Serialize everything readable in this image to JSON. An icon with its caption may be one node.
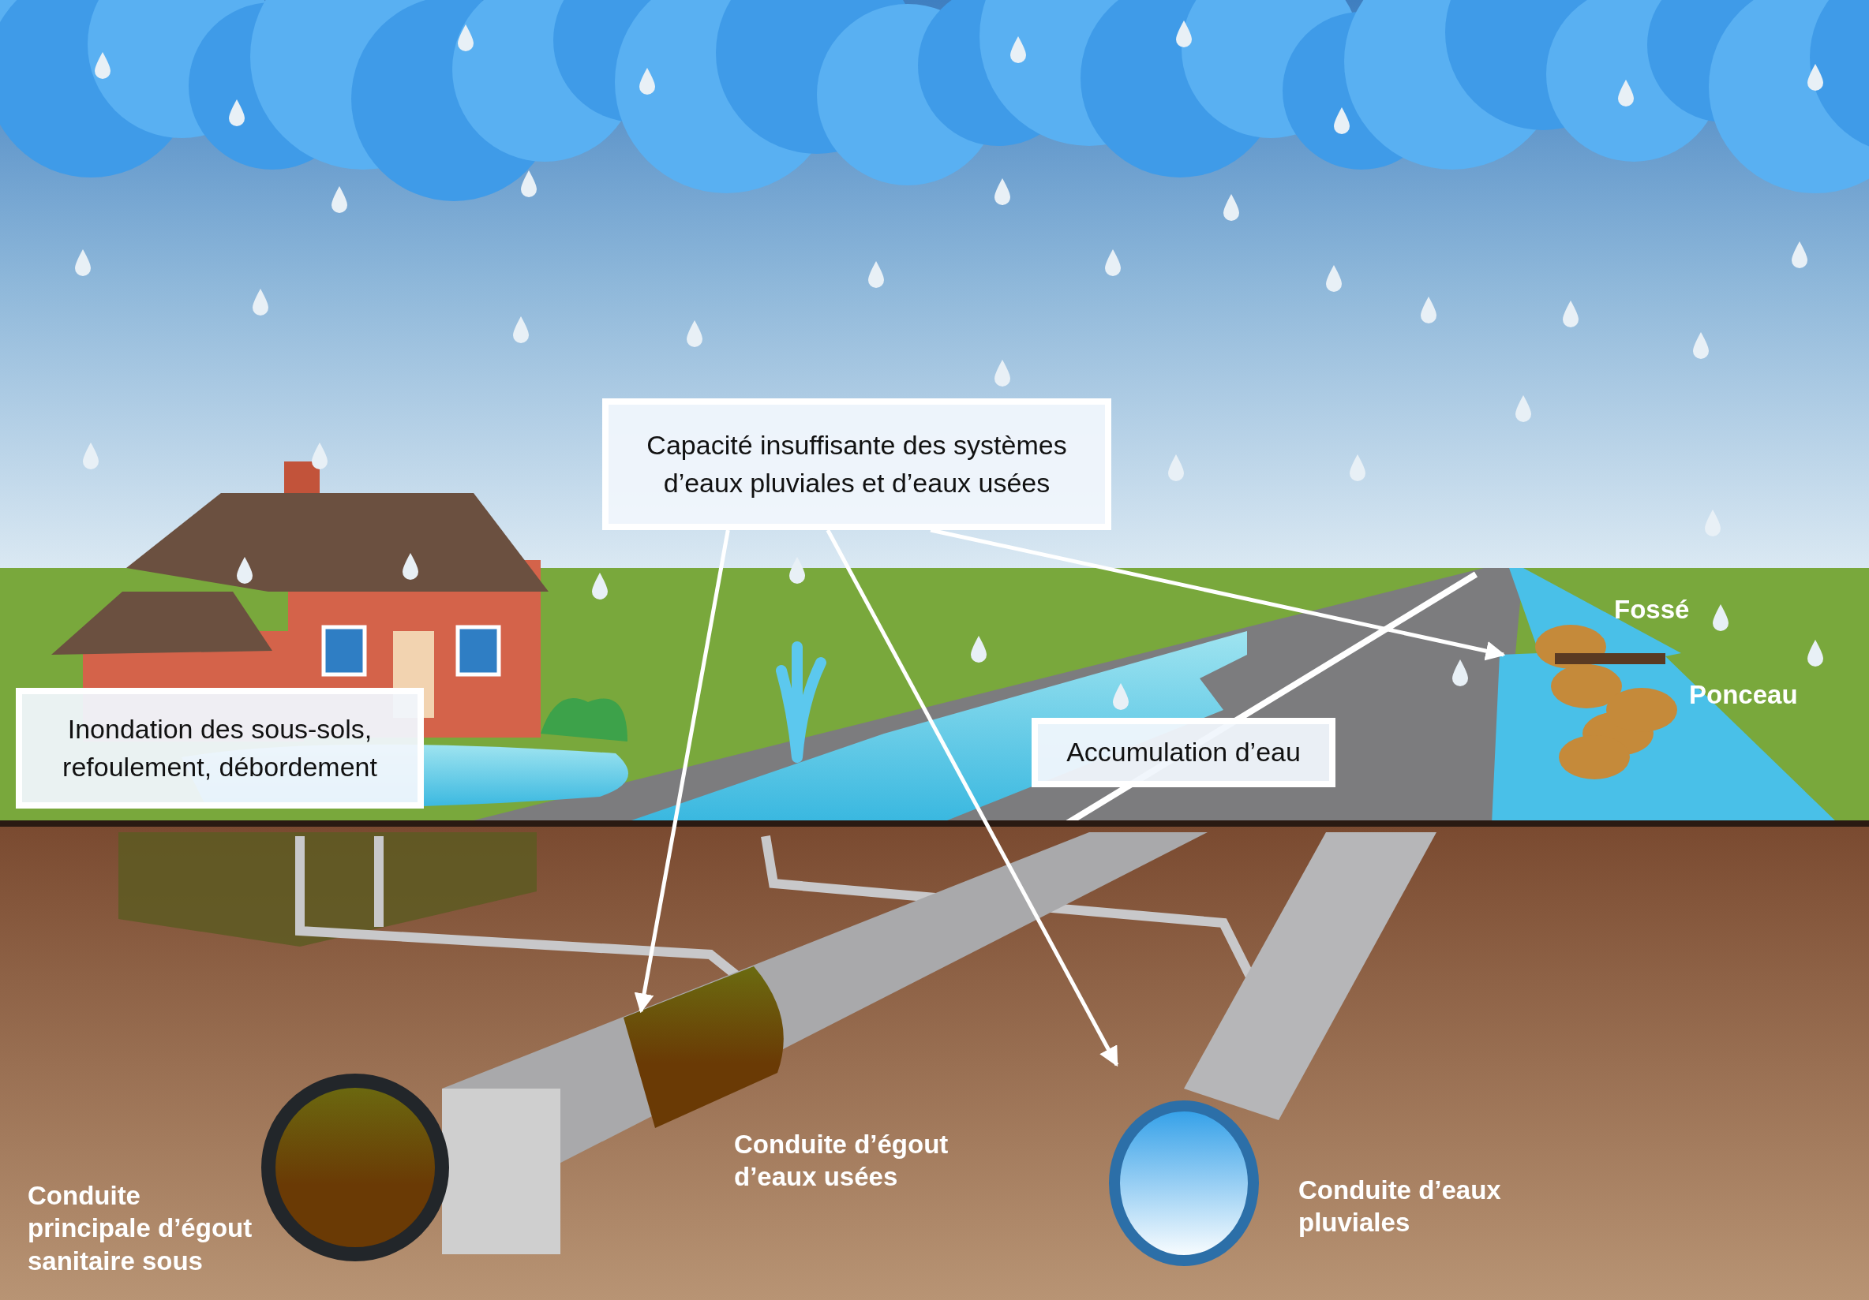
{
  "diagram": {
    "nodes": [
      {
        "text": [
          "Capacité insuffisante des systèmes d’eaux pluviales et d’eaux usées"
        ]
      },
      {
        "text": [
          "Inondation des sous-sols, refoulement, débordement"
        ]
      },
      {
        "text": [
          "Accumulation d’eau"
        ]
      },
      {
        "text": [],
        "shape": "picture"
      },
      {
        "text": [],
        "shape": "picture"
      },
      {
        "text": [],
        "shape": "picture"
      }
    ],
    "edges": [
      {
        "from": 0,
        "to": 3,
        "arrow": "to"
      },
      {
        "from": 0,
        "to": 4,
        "arrow": "to"
      },
      {
        "from": 0,
        "to": 5,
        "arrow": "to"
      }
    ],
    "labels": [
      "Fossé",
      "Ponceau",
      "Conduite d’égout d’eaux usées",
      "Conduite d’eaux pluviales",
      "Conduite principale d’égout sanitaire sous"
    ]
  }
}
